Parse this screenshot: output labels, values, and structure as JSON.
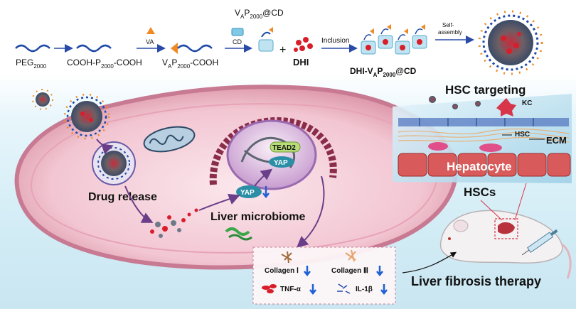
{
  "synthesis": {
    "peg": "PEG",
    "peg_sub": "2000",
    "cooh_a": "COOH-P",
    "cooh_sub": "2000",
    "cooh_b": "-COOH",
    "va_reagent": "VA",
    "vap_a": "V",
    "vap_sub1": "A",
    "vap_b": "P",
    "vap_sub2": "2000",
    "vap_c": "-COOH",
    "cd_reagent": "CD",
    "vapcd_a": "V",
    "vapcd_sub1": "A",
    "vapcd_b": "P",
    "vapcd_sub2": "2000",
    "vapcd_c": "@CD",
    "plus": "+",
    "dhi": "DHI",
    "inclusion": "Inclusion",
    "dhivap_a": "DHI-V",
    "dhivap_sub1": "A",
    "dhivap_b": "P",
    "dhivap_sub2": "2000",
    "dhivap_c": "@CD",
    "self_assembly_1": "Self-",
    "self_assembly_2": "assembly"
  },
  "liver": {
    "hsc_targeting": "HSC targeting",
    "kc": "KC",
    "hsc": "HSC",
    "ecm": "ECM",
    "hepatocyte": "Hepatocyte",
    "hscs": "HSCs"
  },
  "cell": {
    "tead2": "TEAD2",
    "yap_nucleus": "YAP",
    "yap_cyto": "YAP",
    "drug_release": "Drug release",
    "liver_microbiome": "Liver microbiome"
  },
  "markers": {
    "collagen1": "Collagen Ⅰ",
    "collagen3": "Collagen Ⅲ",
    "tnf": "TNF-α",
    "il1b": "IL-1β"
  },
  "therapy": "Liver fibrosis therapy",
  "colors": {
    "blue": "#2a4aa8",
    "orange": "#f08a24",
    "red": "#d81e2a",
    "cell_pink": "#e9a6b6",
    "arrow_blue": "#1f5fd6",
    "teal_cd": "#7fc9e6"
  }
}
